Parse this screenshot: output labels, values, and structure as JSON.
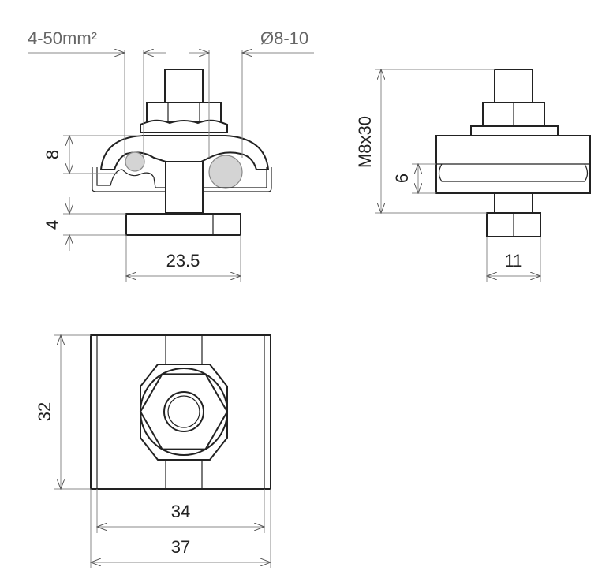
{
  "dimensions": {
    "cable_range": "4-50mm²",
    "round_conductor": "Ø8-10",
    "clamp_height": "8",
    "base_thickness": "4",
    "base_width": "23.5",
    "bolt": "M8x30",
    "side_height": "6",
    "nut_width": "11",
    "top_depth": "32",
    "top_inner_width": "34",
    "top_outer_width": "37"
  },
  "colors": {
    "line": "#222222",
    "dimension": "#888888",
    "cable": "#d4d4d4"
  }
}
